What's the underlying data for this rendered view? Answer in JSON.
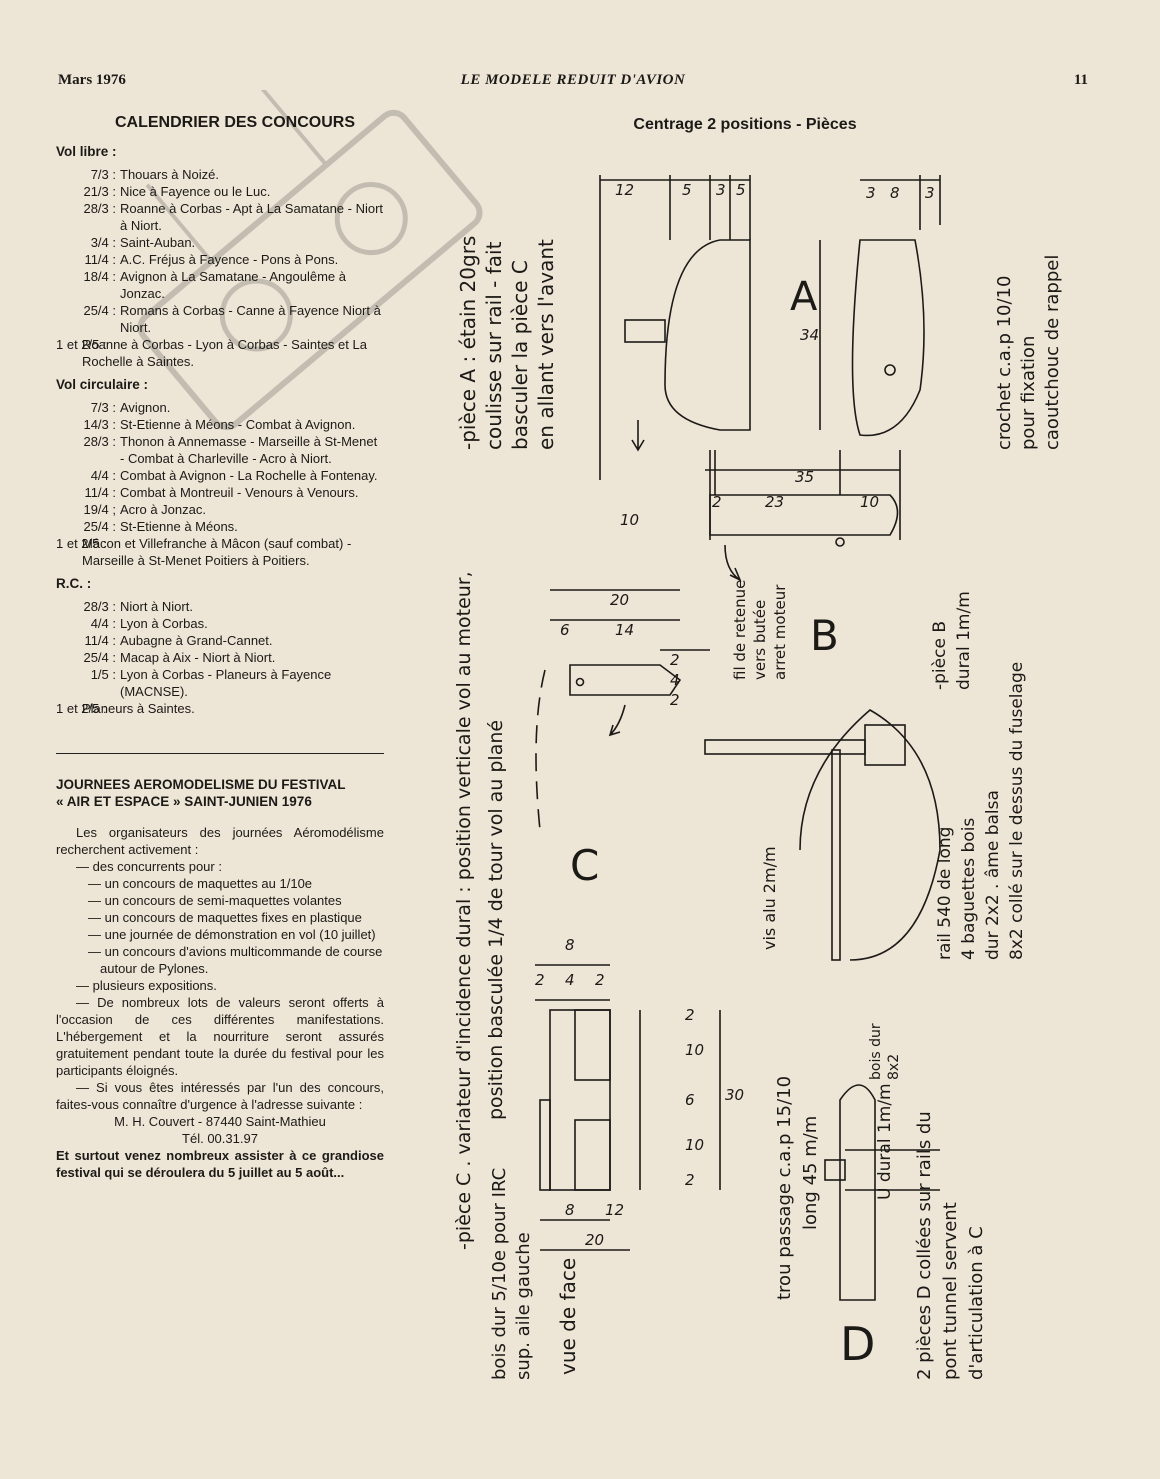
{
  "header": {
    "date": "Mars 1976",
    "magazine": "LE MODELE REDUIT D'AVION",
    "page": "11"
  },
  "calendar": {
    "title": "CALENDRIER DES CONCOURS",
    "sections": [
      {
        "label": "Vol libre :",
        "entries": [
          {
            "date": "7/3 :",
            "text": "Thouars à Noizé."
          },
          {
            "date": "21/3 :",
            "text": "Nice à Fayence ou le Luc."
          },
          {
            "date": "28/3 :",
            "text": "Roanne à Corbas - Apt à La Samatane - Niort à Niort."
          },
          {
            "date": "3/4 :",
            "text": "Saint-Auban."
          },
          {
            "date": "11/4 :",
            "text": "A.C. Fréjus à Fayence - Pons à Pons."
          },
          {
            "date": "18/4 :",
            "text": "Avignon à La Samatane - Angoulême à Jonzac."
          },
          {
            "date": "25/4 :",
            "text": "Romans à Corbas - Canne à Fayence Niort à Niort."
          },
          {
            "date": "1 et 2/5 :",
            "text": "Roanne à Corbas - Lyon à Corbas - Saintes et La Rochelle à Saintes.",
            "wide": true
          }
        ]
      },
      {
        "label": "Vol circulaire :",
        "entries": [
          {
            "date": "7/3 :",
            "text": "Avignon."
          },
          {
            "date": "14/3 :",
            "text": "St-Etienne à Méons - Combat à Avignon."
          },
          {
            "date": "28/3 :",
            "text": "Thonon à Annemasse - Marseille à St-Menet - Combat à Charleville - Acro à Niort."
          },
          {
            "date": "4/4 :",
            "text": "Combat à Avignon - La Rochelle à Fontenay."
          },
          {
            "date": "11/4 :",
            "text": "Combat à Montreuil - Venours à Venours."
          },
          {
            "date": "19/4 ;",
            "text": "Acro à Jonzac."
          },
          {
            "date": "25/4 :",
            "text": "St-Etienne à Méons."
          },
          {
            "date": "1 et 2/5 :",
            "text": "Mâcon et Villefranche à Mâcon (sauf combat) - Marseille à St-Menet Poitiers à Poitiers.",
            "wide": true
          }
        ]
      },
      {
        "label": "R.C. :",
        "entries": [
          {
            "date": "28/3 :",
            "text": "Niort à Niort."
          },
          {
            "date": "4/4 :",
            "text": "Lyon à Corbas."
          },
          {
            "date": "11/4 :",
            "text": "Aubagne à Grand-Cannet."
          },
          {
            "date": "25/4 :",
            "text": "Macap à Aix - Niort à Niort."
          },
          {
            "date": "1/5 :",
            "text": "Lyon à Corbas - Planeurs à Fayence (MACNSE)."
          },
          {
            "date": "1 et 2/5 :",
            "text": "Planeurs à Saintes.",
            "wide": true
          }
        ]
      }
    ]
  },
  "journees": {
    "title_line1": "JOURNEES AEROMODELISME DU FESTIVAL",
    "title_line2": "« AIR ET ESPACE » SAINT-JUNIEN 1976",
    "intro": "Les organisateurs des journées Aéromodélisme recherchent activement :",
    "item_lead": "— des concurrents pour :",
    "sub_items": [
      "— un concours de maquettes au 1/10e",
      "— un concours de semi-maquettes volantes",
      "— un concours de maquettes fixes en plastique",
      "— une journée de démonstration en vol (10 juillet)",
      "— un concours d'avions multicommande de course autour de Pylones."
    ],
    "item_expos": "— plusieurs expositions.",
    "para_lots": "— De nombreux lots de valeurs seront offerts à l'occasion de ces différentes manifestations. L'hébergement et la nourriture seront assurés gratuitement pendant toute la durée du festival pour les participants éloignés.",
    "para_contact": "— Si vous êtes intéressés par l'un des concours, faites-vous connaître d'urgence à l'adresse suivante :",
    "address": "M. H. Couvert - 87440 Saint-Mathieu",
    "tel": "Tél. 00.31.97",
    "closing": "Et surtout venez nombreux assister à ce grandiose festival qui se déroulera du 5 juillet au 5 août..."
  },
  "drawing": {
    "title": "Centrage 2 positions - Pièces",
    "notes": {
      "piece_a": [
        "-pièce A : étain 20grs",
        "coulisse sur rail - fait",
        "basculer la pièce C",
        "en allant vers l'avant"
      ],
      "crochet": [
        "crochet c.a.p 10/10",
        "pour fixation",
        "caoutchouc de rappel"
      ],
      "fil": [
        "fil de retenue",
        "vers butée",
        "arret moteur"
      ],
      "piece_b": [
        "-pièce B",
        "dural 1m/m"
      ],
      "piece_c": [
        "-pièce C . variateur d'incidence dural : position verticale vol au moteur,",
        "position basculée 1/4 de tour vol au plané"
      ],
      "bois_dur": [
        "bois dur 5/10e pour IRC",
        "sup. aile gauche"
      ],
      "vue_de_face": "vue de face",
      "vis": "vis alu 2m/m",
      "rail": [
        "rail 540 de long",
        "4 baguettes bois",
        "dur 2x2 . âme balsa",
        "8x2 collé sur le dessus du fuselage"
      ],
      "bois_dur_8x2": [
        "bois dur",
        "8x2"
      ],
      "trou": [
        "trou passage c.a.p 15/10",
        "long 45 m/m"
      ],
      "u_dural": "U dural 1m/m",
      "pieces_d": [
        "2 pièces D collées sur rails du",
        "pont tunnel servent",
        "d'articulation à C"
      ]
    },
    "letters": {
      "a": "A",
      "b": "B",
      "c": "C",
      "d": "D"
    },
    "dims": {
      "a_top": [
        "12",
        "5",
        "3",
        "5"
      ],
      "a_side_top": [
        "3",
        "8",
        "3"
      ],
      "a_length": "34",
      "a_bottom": "10",
      "b_total": "35",
      "b_parts": [
        "2",
        "23",
        "10"
      ],
      "c_top": [
        "20",
        "6",
        "14"
      ],
      "c_side": [
        "2",
        "4",
        "2"
      ],
      "face_top": [
        "8",
        "2",
        "4",
        "2"
      ],
      "face_right": [
        "2",
        "10",
        "6",
        "10",
        "2"
      ],
      "face_total": "30",
      "face_bottom": [
        "8",
        "12",
        "20"
      ]
    }
  }
}
